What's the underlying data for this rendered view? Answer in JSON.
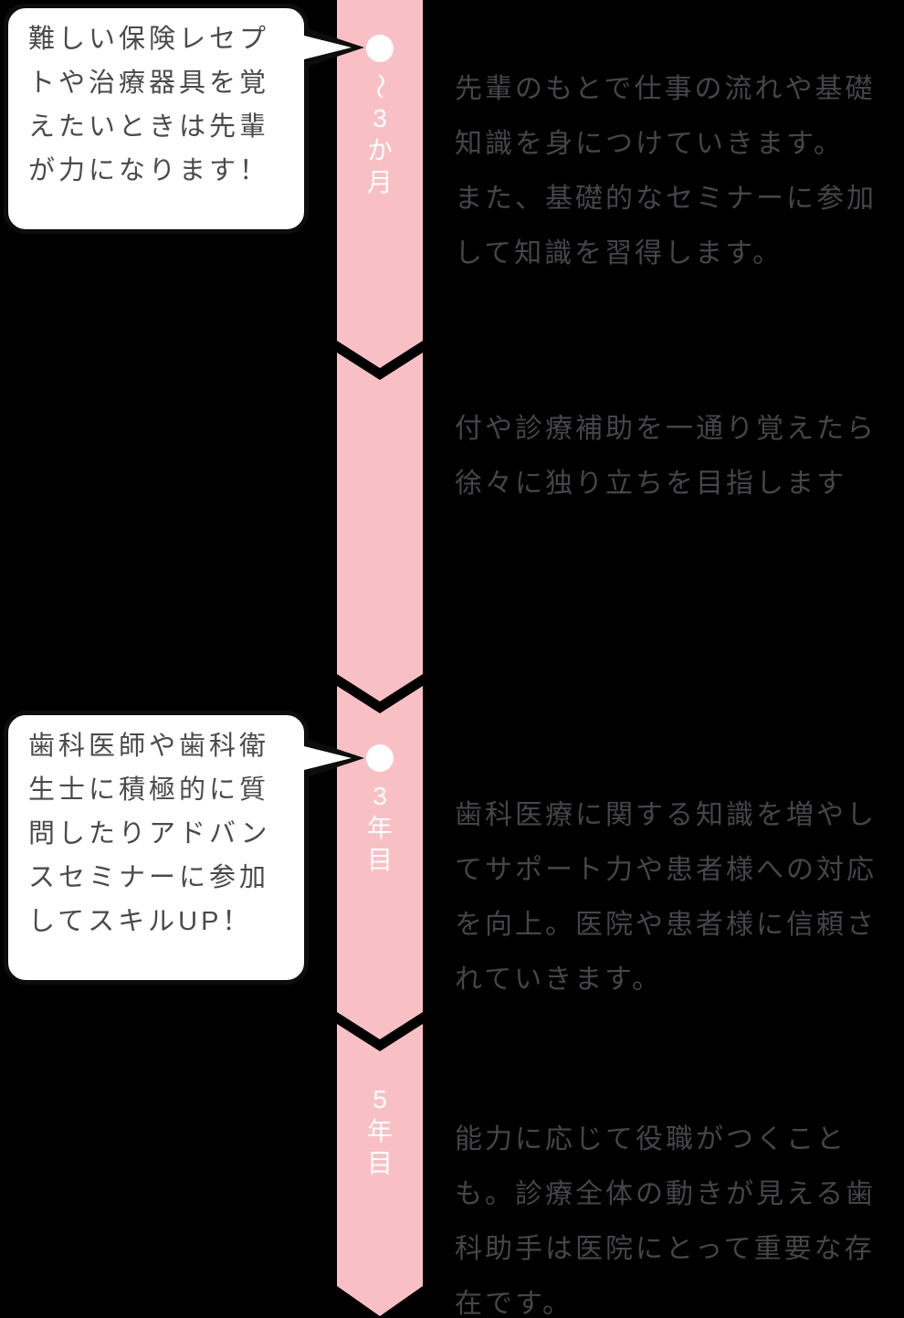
{
  "colors": {
    "background": "#000000",
    "ribbon_pink": "#f8c0c5",
    "label_text": "#ffffff",
    "bubble_bg": "#ffffff",
    "bubble_border": "#0d0d0d",
    "bubble_text": "#4a4a4a",
    "body_text": "#46464a"
  },
  "timeline": {
    "stages": [
      {
        "period": "〜3か月",
        "has_marker_dot": true,
        "label_chars": [
          {
            "ch": "〜",
            "rot": true
          },
          {
            "ch": "3",
            "rot": false
          },
          {
            "ch": "か",
            "rot": false
          },
          {
            "ch": "月",
            "rot": false
          }
        ],
        "bubble_lines": [
          "難しい保険レセプ",
          "トや治療器具を覚",
          "えたいときは先輩",
          "が力になります！"
        ],
        "description_lines": [
          "先輩のもとで仕事の流れや基礎",
          "知識を身につけていきます。",
          "また、基礎的なセミナーに参加",
          "して知識を習得します。"
        ]
      },
      {
        "period": "",
        "has_marker_dot": false,
        "label_chars": [],
        "bubble_lines": [],
        "description_lines": [
          "付や診療補助を一通り覚えたら",
          "徐々に独り立ちを目指します"
        ]
      },
      {
        "period": "3年目",
        "has_marker_dot": true,
        "label_chars": [
          {
            "ch": "3",
            "rot": false
          },
          {
            "ch": "年",
            "rot": false
          },
          {
            "ch": "目",
            "rot": false
          }
        ],
        "bubble_lines": [
          "歯科医師や歯科衛",
          "生士に積極的に質",
          "問したりアドバン",
          "スセミナーに参加",
          "してスキルUP！"
        ],
        "description_lines": [
          "歯科医療に関する知識を増やし",
          "てサポート力や患者様への対応",
          "を向上。医院や患者様に信頼さ",
          "れていきます。"
        ]
      },
      {
        "period": "5年目",
        "has_marker_dot": false,
        "label_chars": [
          {
            "ch": "5",
            "rot": false
          },
          {
            "ch": "年",
            "rot": false
          },
          {
            "ch": "目",
            "rot": false
          }
        ],
        "bubble_lines": [],
        "description_lines": [
          "能力に応じて役職がつくこと",
          "も。診療全体の動きが見える歯",
          "科助手は医院にとって重要な存",
          "在です。"
        ]
      }
    ]
  }
}
